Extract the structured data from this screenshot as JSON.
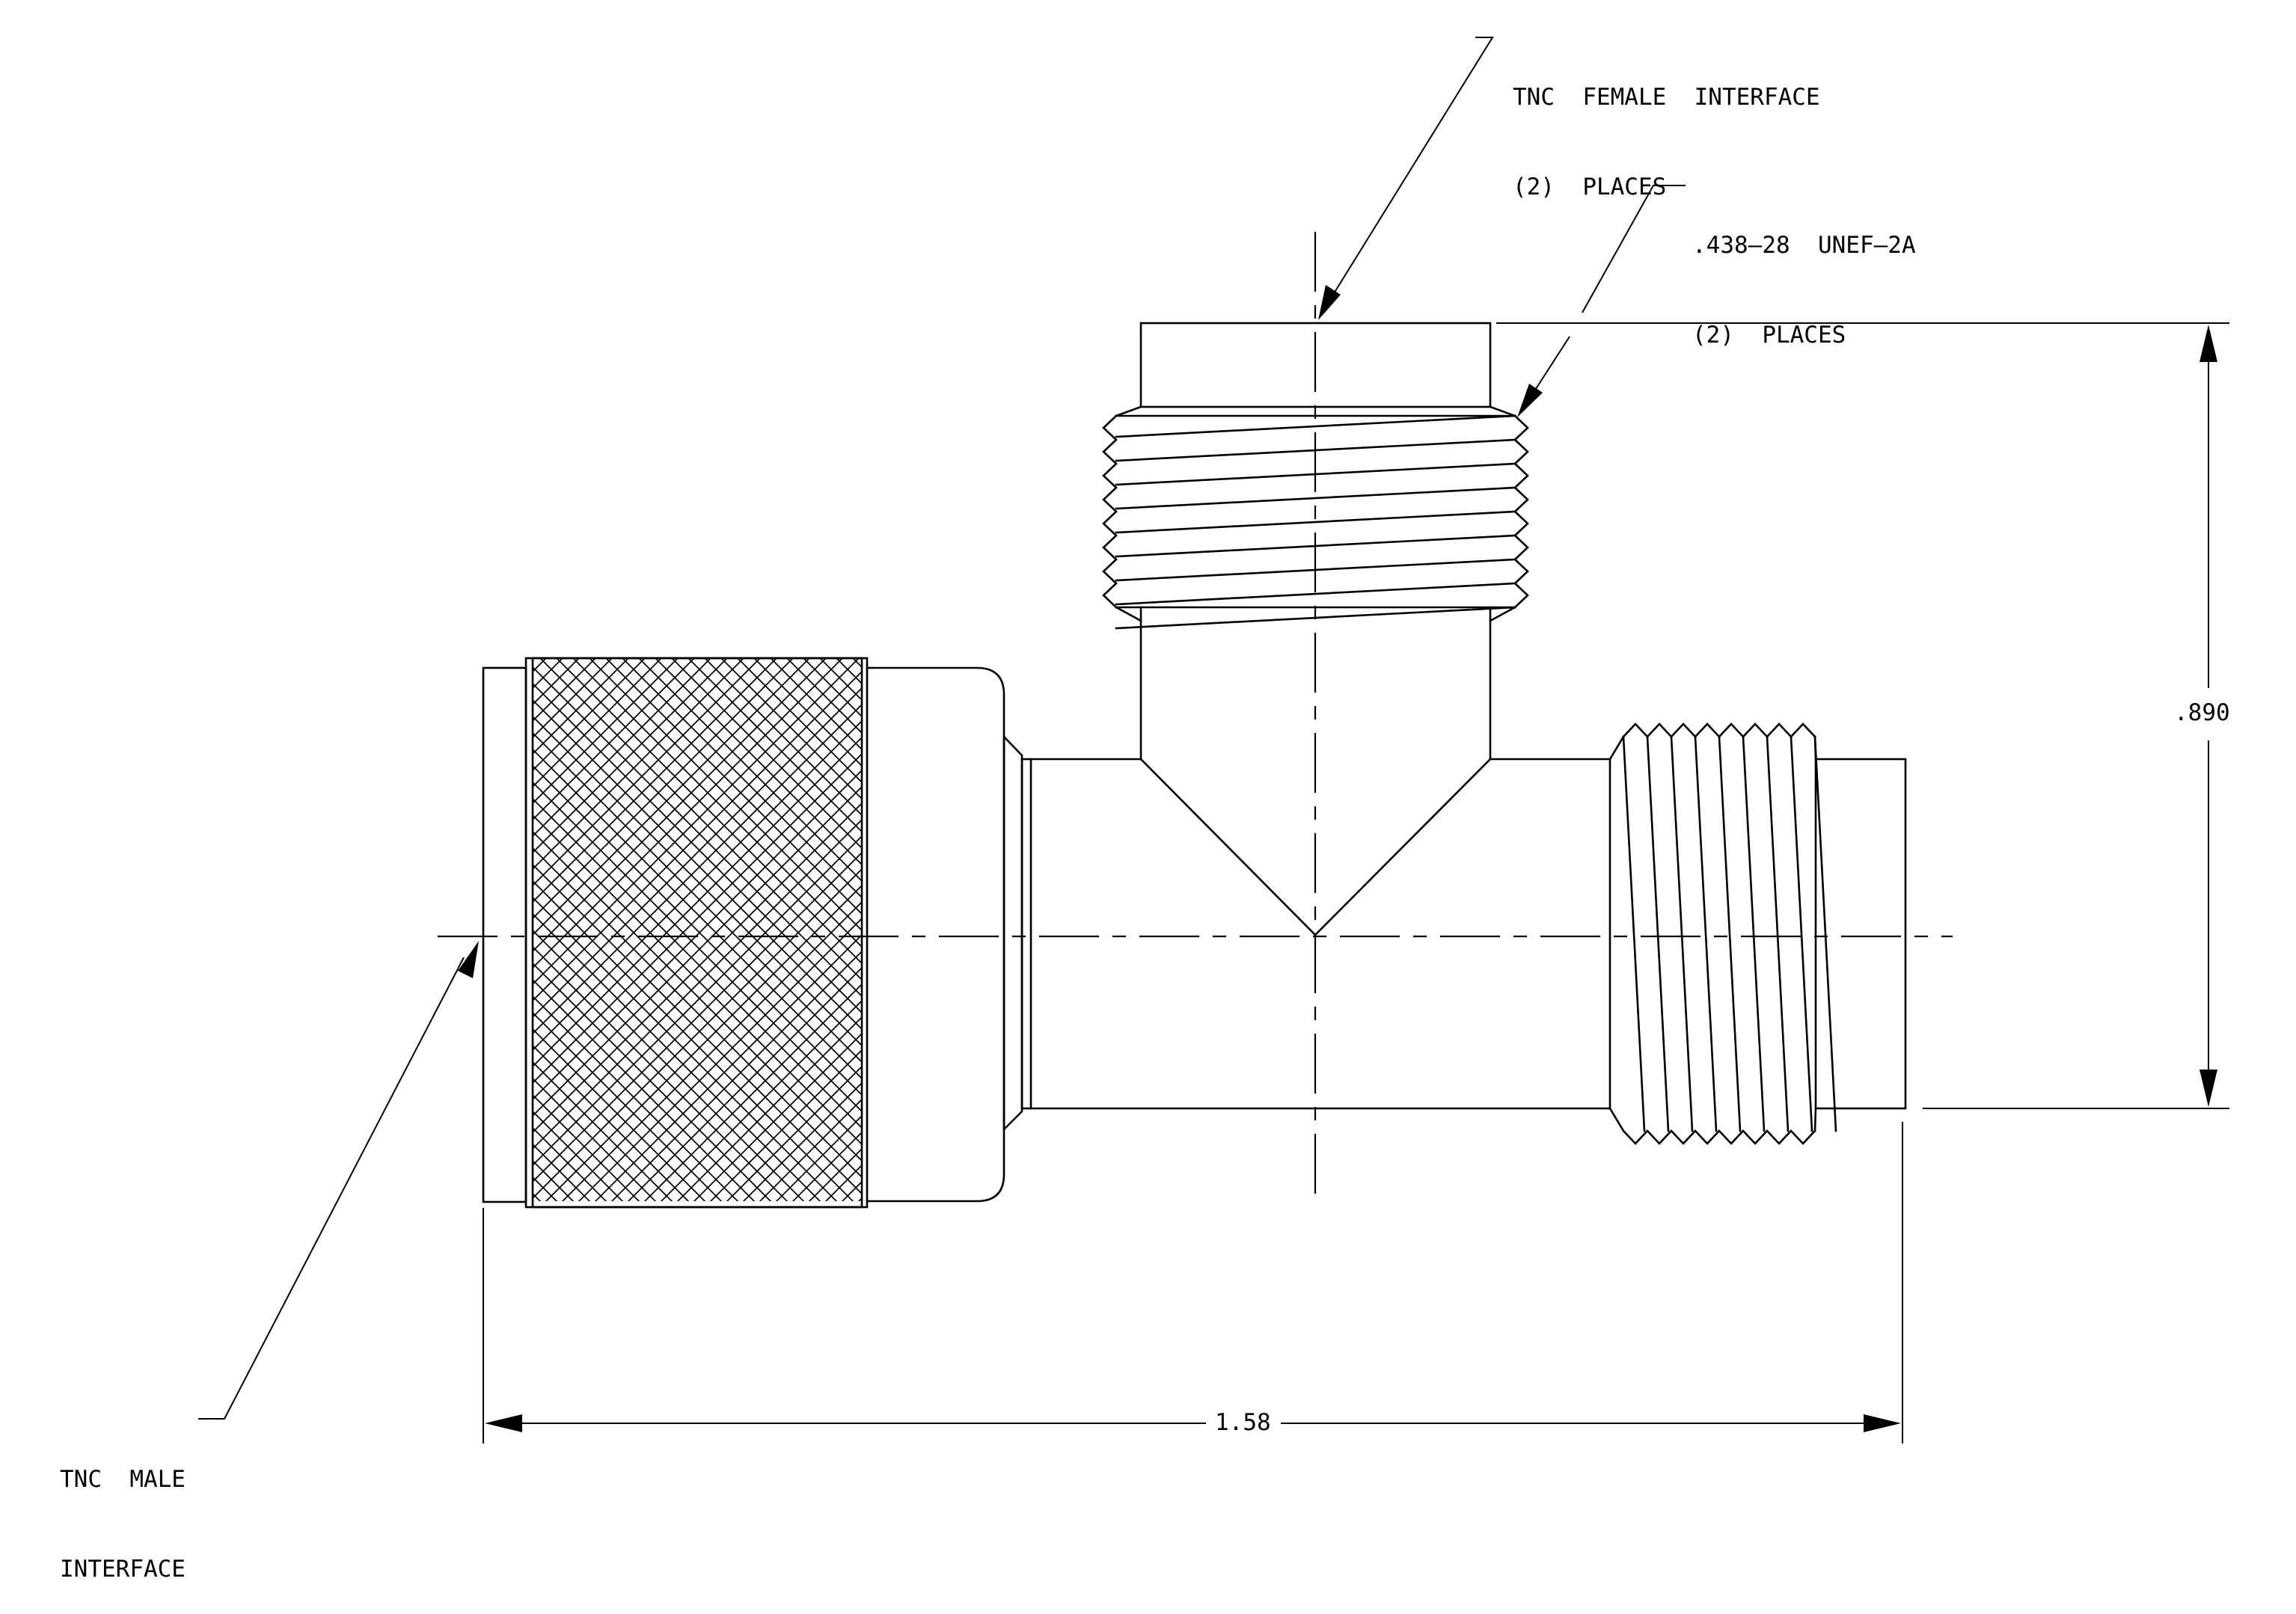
{
  "annotations": {
    "female_interface": {
      "line1": "TNC  FEMALE  INTERFACE",
      "line2": "(2)  PLACES"
    },
    "thread_spec": {
      "line1": ".438–28  UNEF–2A",
      "line2": "(2)  PLACES"
    },
    "male_interface": {
      "line1": "TNC  MALE",
      "line2": "INTERFACE"
    }
  },
  "dimensions": {
    "height": ".890",
    "length": "1.58"
  }
}
